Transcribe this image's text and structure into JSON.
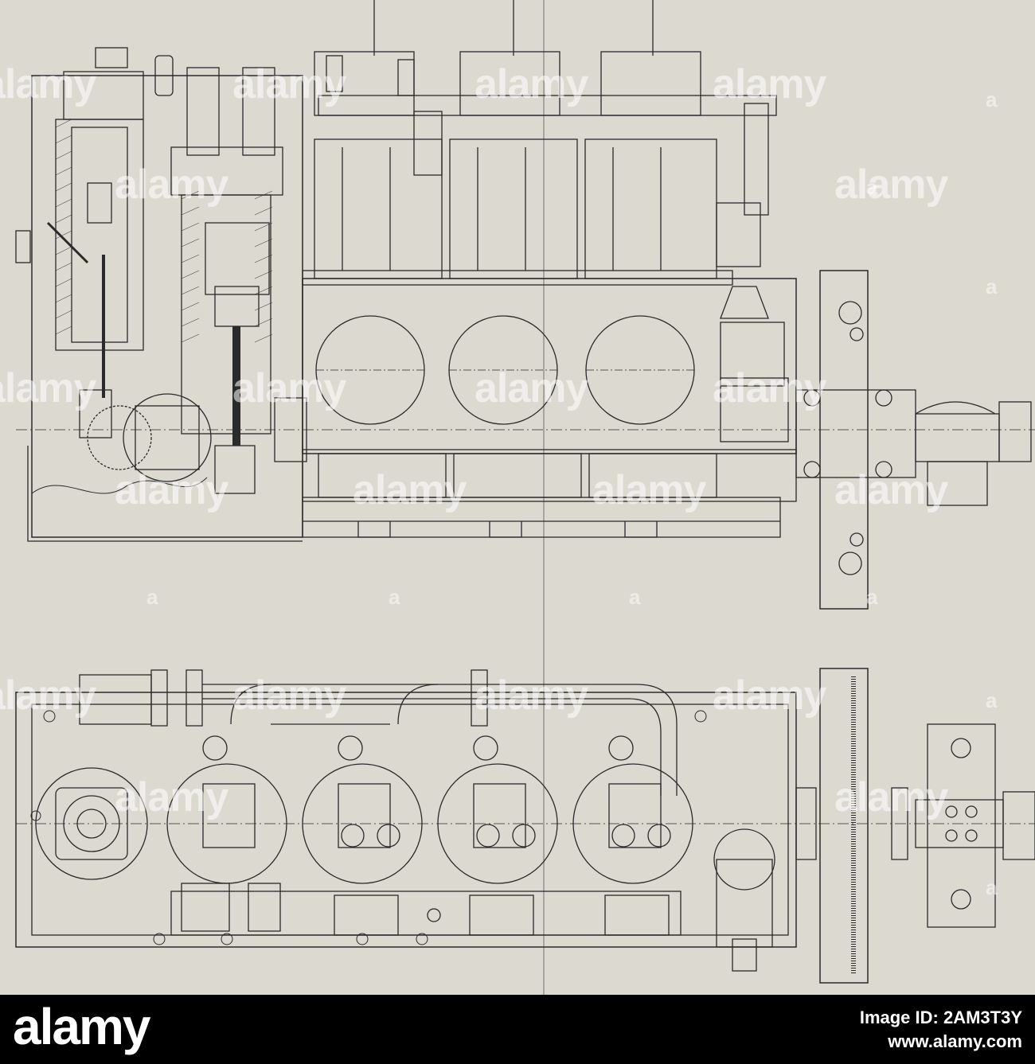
{
  "watermark": {
    "text": "alamy",
    "small": "a"
  },
  "footer": {
    "logo": "alamy",
    "image_id": "Image ID: 2AM3T3Y",
    "url": "www.alamy.com"
  },
  "colors": {
    "paper": "#dcd9d0",
    "ink": "#2a2a2a",
    "footer_bg": "#000000",
    "footer_text": "#ffffff"
  }
}
